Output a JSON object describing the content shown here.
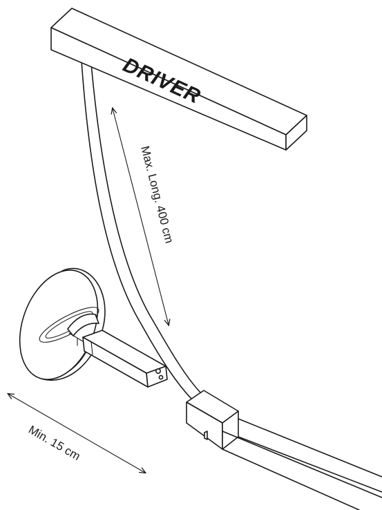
{
  "driver_label": "DRIVER",
  "dimensions": {
    "max_length": "Max. Long. 400 cm",
    "min_length": "Min. 15 cm"
  },
  "colors": {
    "line": "#1a1a1a",
    "background": "#ffffff"
  }
}
